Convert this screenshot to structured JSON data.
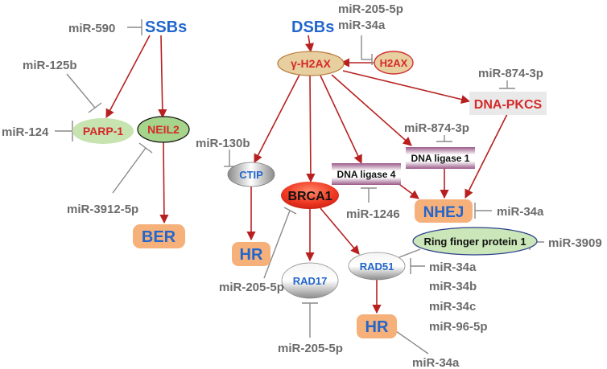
{
  "nodes": {
    "ssbs": "SSBs",
    "dsbs": "DSBs",
    "gamma_h2ax": "γ-H2AX",
    "h2ax": "H2AX",
    "parp1": "PARP-1",
    "neil2": "NEIL2",
    "ber": "BER",
    "ctip": "CTIP",
    "hr_left": "HR",
    "brca1": "BRCA1",
    "dna_ligase_4": "DNA ligase 4",
    "dna_ligase_1": "DNA ligase 1",
    "dna_pkcs": "DNA-PKCS",
    "nhej": "NHEJ",
    "rad17": "RAD17",
    "rad51": "RAD51",
    "ring_finger": "Ring finger protein 1",
    "hr_bottom": "HR"
  },
  "mirnas": {
    "mir590": "miR-590",
    "mir125b": "miR-125b",
    "mir124": "miR-124",
    "mir3912": "miR-3912-5p",
    "mir205_top": "miR-205-5p",
    "mir34a_top": "miR-34a",
    "mir874_top": "miR-874-3p",
    "mir874_mid": "miR-874-3p",
    "mir130b": "miR-130b",
    "mir1246": "miR-1246",
    "mir34a_nhej": "miR-34a",
    "mir3909": "miR-3909",
    "mir34a_rad51": "miR-34a",
    "mir34b": "miR-34b",
    "mir34c": "miR-34c",
    "mir96": "miR-96-5p",
    "mir205_left": "miR-205-5p",
    "mir205_bottom": "miR-205-5p",
    "mir34a_bottom": "miR-34a"
  },
  "colors": {
    "activation": "#b82020",
    "inhibition": "#8a8a8a",
    "orange_box": "#f6b07a",
    "green_oval": "#c6e3b0",
    "h2ax_fill": "#e7cfa0",
    "ring_fill": "#cbe6b8",
    "ring_stroke": "#2c3f8c"
  }
}
